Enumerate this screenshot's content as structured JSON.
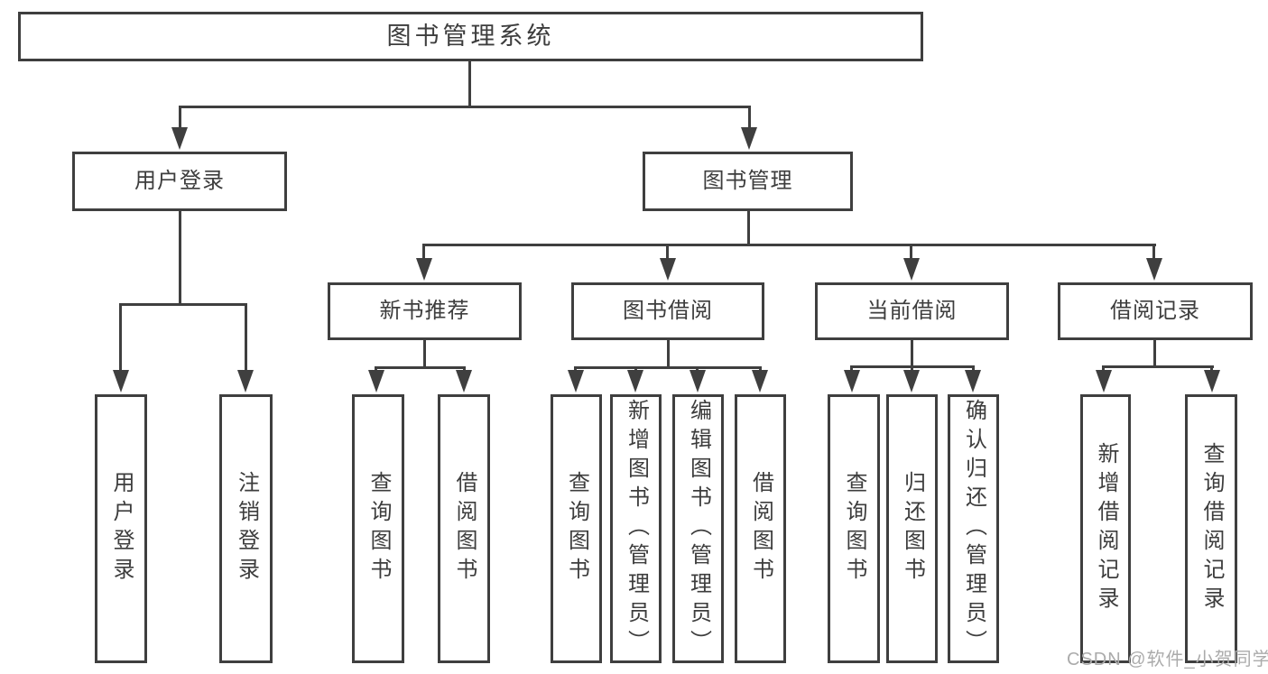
{
  "diagram": {
    "type": "hierarchy-diagram",
    "tree": {
      "label": "图书管理系统",
      "children": [
        {
          "label": "用户登录",
          "children": [
            {
              "label": "用户登录"
            },
            {
              "label": "注销登录"
            }
          ]
        },
        {
          "label": "图书管理",
          "children": [
            {
              "label": "新书推荐",
              "children": [
                {
                  "label": "查询图书"
                },
                {
                  "label": "借阅图书"
                }
              ]
            },
            {
              "label": "图书借阅",
              "children": [
                {
                  "label": "查询图书"
                },
                {
                  "label": "新增图书（管理员）"
                },
                {
                  "label": "编辑图书（管理员）"
                },
                {
                  "label": "借阅图书"
                }
              ]
            },
            {
              "label": "当前借阅",
              "children": [
                {
                  "label": "查询图书"
                },
                {
                  "label": "归还图书"
                },
                {
                  "label": "确认归还（管理员）"
                }
              ]
            },
            {
              "label": "借阅记录",
              "children": [
                {
                  "label": "新增借阅记录"
                },
                {
                  "label": "查询借阅记录"
                }
              ]
            }
          ]
        }
      ]
    },
    "watermark": "CSDN @软件_小贺同学",
    "colors": {
      "line": "#3f3f3f",
      "text": "#3d3d3d",
      "watermark": "#ababab",
      "background": "#ffffff"
    }
  }
}
